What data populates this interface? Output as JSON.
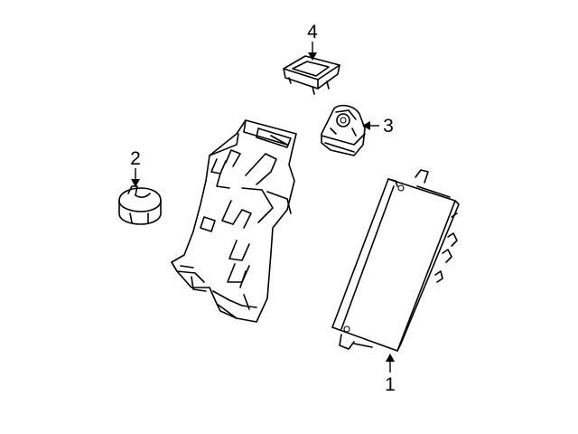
{
  "diagram": {
    "callouts": [
      {
        "id": "1",
        "label": "1",
        "part": "control-module"
      },
      {
        "id": "2",
        "label": "2",
        "part": "connector-plug"
      },
      {
        "id": "3",
        "label": "3",
        "part": "camera-sensor"
      },
      {
        "id": "4",
        "label": "4",
        "part": "sensor-cover"
      }
    ],
    "colors": {
      "line": "#000000",
      "background": "#ffffff"
    }
  }
}
